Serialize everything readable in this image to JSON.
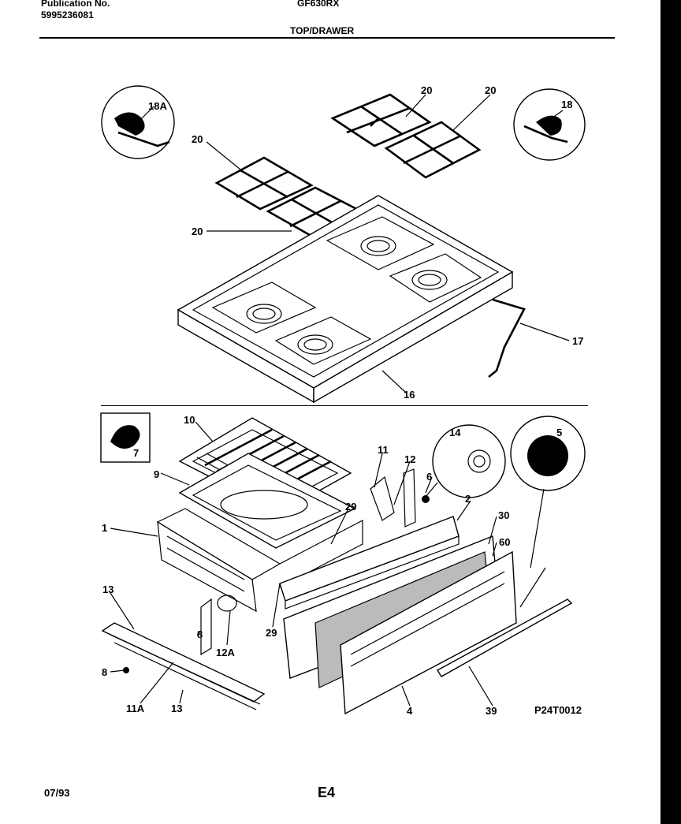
{
  "header": {
    "publication_label": "Publication No.",
    "publication_number": "5995236081",
    "model": "GF630RX",
    "section_title": "TOP/DRAWER"
  },
  "callouts": {
    "c18A": "18A",
    "c18": "18",
    "c20a": "20",
    "c20b": "20",
    "c20c": "20",
    "c20d": "20",
    "c17": "17",
    "c16": "16",
    "c10": "10",
    "c9": "9",
    "c7": "7",
    "c1": "1",
    "c11": "11",
    "c12": "12",
    "c14": "14",
    "c5": "5",
    "c6": "6",
    "c2": "2",
    "c29a": "29",
    "c29b": "29",
    "c30": "30",
    "c60": "60",
    "c13a": "13",
    "c13b": "13",
    "c8a": "8",
    "c8b": "8",
    "c12A": "12A",
    "c11A": "11A",
    "c4": "4",
    "c39": "39",
    "code": "P24T0012"
  },
  "footer": {
    "date": "07/93",
    "page": "E4"
  }
}
